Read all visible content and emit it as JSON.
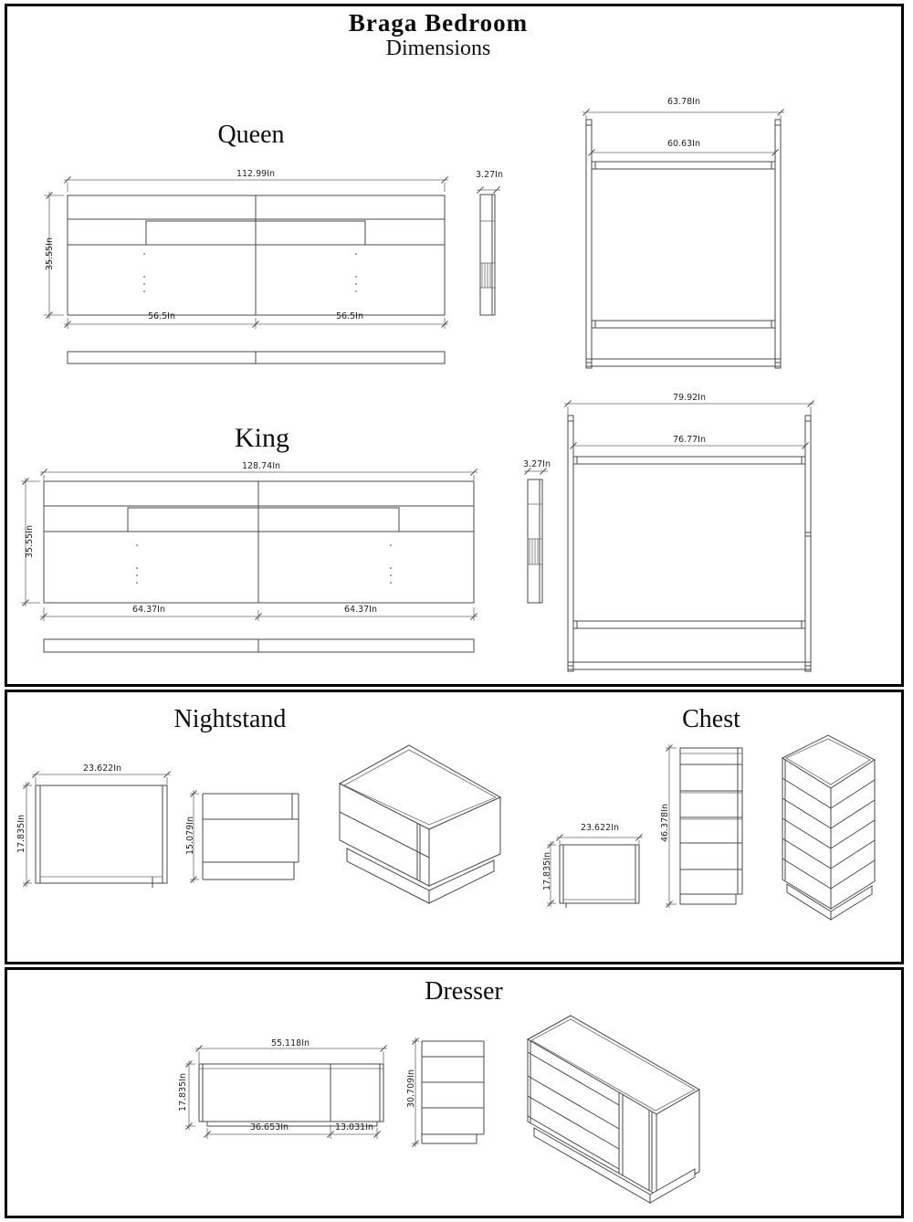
{
  "header": {
    "title": "Braga Bedroom",
    "subtitle": "Dimensions"
  },
  "queen": {
    "label": "Queen",
    "headboard": {
      "width": "112.99In",
      "height": "35.55In",
      "left_half": "56.5In",
      "right_half": "56.5In",
      "depth": "3.27In"
    },
    "frame": {
      "outer_width": "63.78In",
      "inner_width": "60.63In"
    }
  },
  "king": {
    "label": "King",
    "headboard": {
      "width": "128.74In",
      "height": "35.55In",
      "left_half": "64.37In",
      "right_half": "64.37In",
      "depth": "3.27In"
    },
    "frame": {
      "outer_width": "79.92In",
      "inner_width": "76.77In"
    }
  },
  "nightstand": {
    "label": "Nightstand",
    "front": {
      "width": "23.622In",
      "height": "17.835In"
    },
    "side": {
      "height": "15.079In"
    }
  },
  "chest": {
    "label": "Chest",
    "top_view": {
      "width": "23.622In",
      "depth": "17.835In"
    },
    "front": {
      "height": "46.378In"
    }
  },
  "dresser": {
    "label": "Dresser",
    "top_view": {
      "width": "55.118In",
      "depth": "17.835In"
    },
    "bottom": {
      "cabinet_width": "36.653In",
      "door_width": "13.031In"
    },
    "side": {
      "height": "30.709In"
    }
  },
  "colors": {
    "line": "#4a4a4a",
    "panel_border": "#000000",
    "text": "#1f1f1f"
  }
}
